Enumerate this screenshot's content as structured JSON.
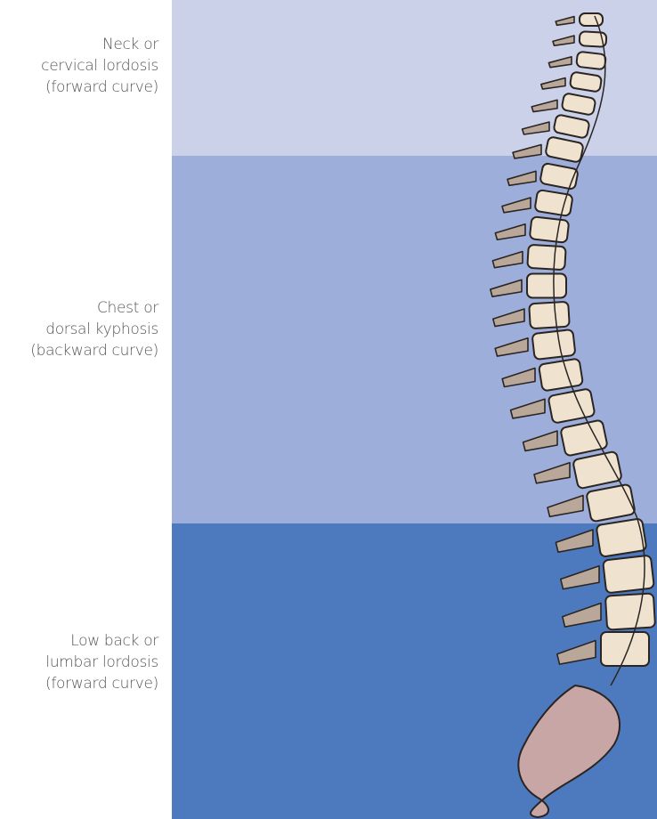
{
  "regions": [
    {
      "key": "neck",
      "lines": [
        "Neck or",
        "cervical lordosis",
        "(forward curve)"
      ],
      "color": "#cbd1e9"
    },
    {
      "key": "chest",
      "lines": [
        "Chest or",
        "dorsal kyphosis",
        "(backward curve)"
      ],
      "color": "#9eaedb"
    },
    {
      "key": "low",
      "lines": [
        "Low back or",
        "lumbar lordosis",
        "(forward curve)"
      ],
      "color": "#4d7abf"
    }
  ],
  "colors": {
    "bone": "#efe3cf",
    "bone_shadow": "#b9a89a",
    "outline": "#2a2522",
    "sacrum": "#c9a6a6"
  }
}
